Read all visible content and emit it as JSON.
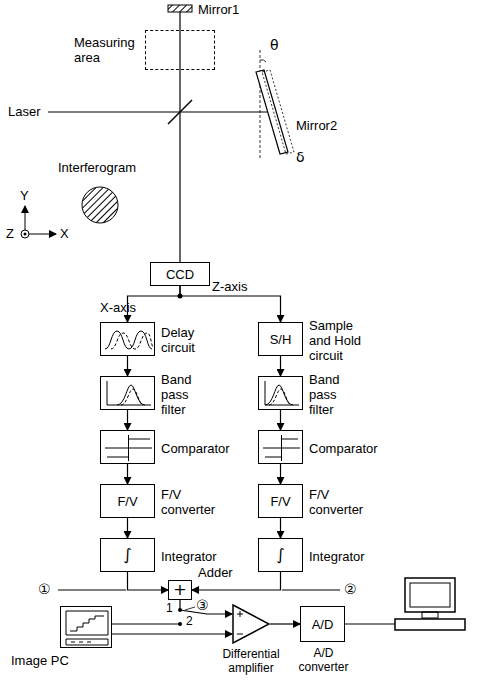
{
  "diagram": {
    "nodes": [
      {
        "text": [
          "Measuring area"
        ]
      },
      {
        "text": [
          "CCD"
        ]
      },
      {
        "text": [
          "Delay circuit"
        ]
      },
      {
        "text": [
          "S/H",
          "Sample and Hold circuit"
        ]
      },
      {
        "text": [
          "Band pass filter"
        ]
      },
      {
        "text": [
          "Band pass filter"
        ]
      },
      {
        "text": [
          "Comparator"
        ]
      },
      {
        "text": [
          "Comparator"
        ]
      },
      {
        "text": [
          "F/V",
          "F/V converter"
        ]
      },
      {
        "text": [
          "F/V",
          "F/V converter"
        ]
      },
      {
        "text": [
          "∫",
          "Integrator"
        ]
      },
      {
        "text": [
          "∫",
          "Integrator"
        ]
      },
      {
        "text": [
          "+",
          "Adder"
        ]
      },
      {
        "text": [
          "Image PC"
        ]
      },
      {
        "text": [
          "Differential amplifier"
        ]
      },
      {
        "text": [
          "A/D",
          "A/D converter"
        ]
      }
    ],
    "edges": [
      {
        "from": 1,
        "to": 2,
        "arrow": "to"
      },
      {
        "from": 1,
        "to": 3,
        "arrow": "to"
      },
      {
        "from": 2,
        "to": 4,
        "arrow": "to"
      },
      {
        "from": 3,
        "to": 5,
        "arrow": "to"
      },
      {
        "from": 4,
        "to": 6,
        "arrow": "to"
      },
      {
        "from": 5,
        "to": 7,
        "arrow": "to"
      },
      {
        "from": 6,
        "to": 8,
        "arrow": "to"
      },
      {
        "from": 7,
        "to": 9,
        "arrow": "to"
      },
      {
        "from": 8,
        "to": 10,
        "arrow": "to"
      },
      {
        "from": 9,
        "to": 11,
        "arrow": "to"
      },
      {
        "from": 10,
        "to": 12,
        "arrow": "to"
      },
      {
        "from": 11,
        "to": 12,
        "arrow": "to"
      },
      {
        "from": 12,
        "to": 14,
        "arrow": "to"
      },
      {
        "from": 13,
        "to": 14,
        "arrow": "to"
      },
      {
        "from": 14,
        "to": 15,
        "arrow": "to"
      }
    ],
    "labels": [
      "Mirror1",
      "Laser",
      "Mirror2",
      "θ",
      "δ",
      "Interferogram",
      "Y",
      "X",
      "Z",
      "X-axis",
      "Z-axis",
      "①",
      "②",
      "③",
      "1",
      "2"
    ]
  }
}
